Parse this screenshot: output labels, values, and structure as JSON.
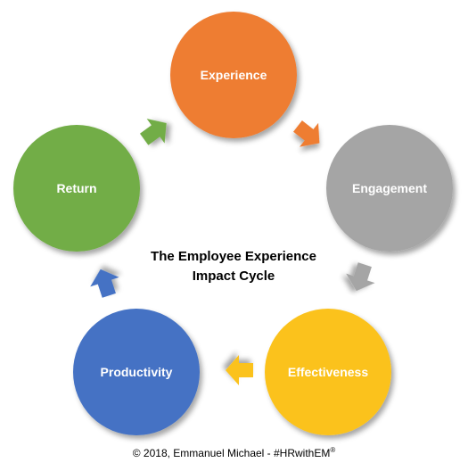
{
  "diagram": {
    "title_line1": "The Employee Experience",
    "title_line2": "Impact Cycle",
    "nodes": [
      {
        "label": "Experience",
        "color": "#ee7d33"
      },
      {
        "label": "Engagement",
        "color": "#a5a5a5"
      },
      {
        "label": "Effectiveness",
        "color": "#fbc21d"
      },
      {
        "label": "Productivity",
        "color": "#4472c4"
      },
      {
        "label": "Return",
        "color": "#72ad47"
      }
    ],
    "arrows": [
      {
        "from": "Experience",
        "to": "Engagement",
        "color": "#ee7d33"
      },
      {
        "from": "Engagement",
        "to": "Effectiveness",
        "color": "#a5a5a5"
      },
      {
        "from": "Effectiveness",
        "to": "Productivity",
        "color": "#fbc21d"
      },
      {
        "from": "Productivity",
        "to": "Return",
        "color": "#4472c4"
      },
      {
        "from": "Return",
        "to": "Experience",
        "color": "#72ad47"
      }
    ]
  },
  "footer": {
    "copyright": "© 2018, Emmanuel Michael - #HRwithEM",
    "trademark": "®"
  }
}
